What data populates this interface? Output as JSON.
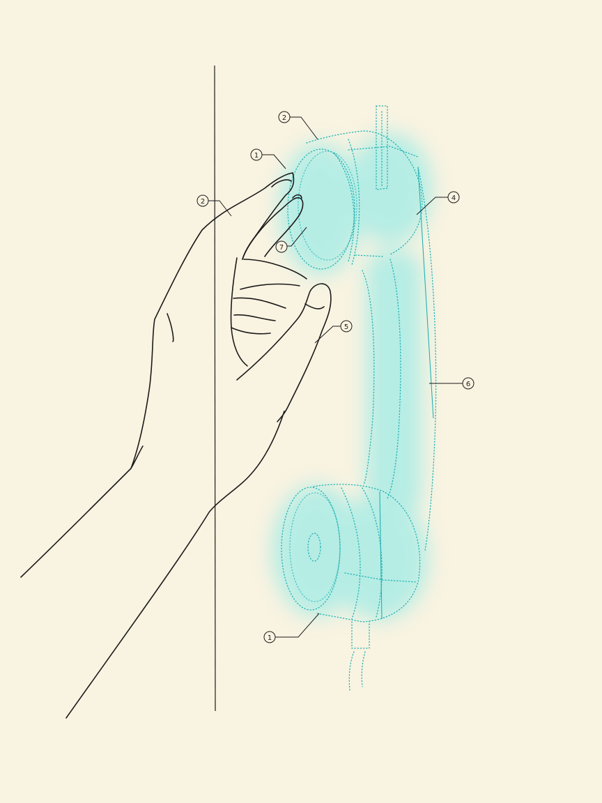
{
  "figure": {
    "background_color": "#f9f3e1",
    "ink_color": "#1a1a1a",
    "handset_color": "#1fb3b3",
    "glow_color": "#7fe8e8"
  },
  "callouts": [
    {
      "id": "c1-top",
      "label": "1"
    },
    {
      "id": "c2-top",
      "label": "2"
    },
    {
      "id": "c2-left",
      "label": "2"
    },
    {
      "id": "c4",
      "label": "4"
    },
    {
      "id": "c5",
      "label": "5"
    },
    {
      "id": "c6",
      "label": "6"
    },
    {
      "id": "c7",
      "label": "7"
    },
    {
      "id": "c1-bottom",
      "label": "1"
    }
  ]
}
